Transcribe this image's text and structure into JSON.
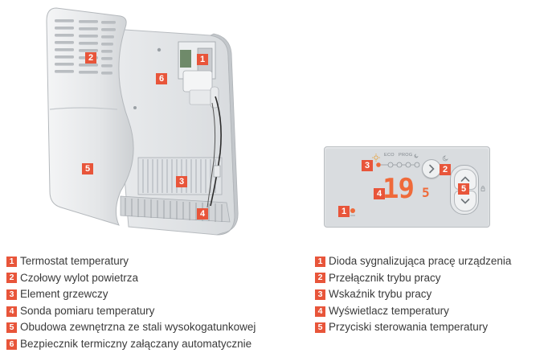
{
  "colors": {
    "accent": "#e8553a",
    "display": "#ef6a3a",
    "panel": "#d9dcdf"
  },
  "heater": {
    "callouts": [
      {
        "num": "1"
      },
      {
        "num": "2"
      },
      {
        "num": "3"
      },
      {
        "num": "4"
      },
      {
        "num": "5"
      },
      {
        "num": "6"
      }
    ]
  },
  "panel": {
    "mode_labels": {
      "eco": "ECO",
      "prog": "PROG"
    },
    "display_value": "19",
    "display_unit": "5",
    "callouts": [
      {
        "num": "1"
      },
      {
        "num": "2"
      },
      {
        "num": "3"
      },
      {
        "num": "4"
      },
      {
        "num": "5"
      }
    ],
    "icons": [
      "sun-icon",
      "wrench-icon",
      "moon-icon",
      "arrow-right-icon",
      "chevron-up-icon",
      "chevron-down-icon",
      "lock-icon"
    ]
  },
  "legend_left": [
    {
      "num": "1",
      "text": "Termostat temperatury"
    },
    {
      "num": "2",
      "text": "Czołowy wylot powietrza"
    },
    {
      "num": "3",
      "text": "Element grzewczy"
    },
    {
      "num": "4",
      "text": "Sonda pomiaru temperatury"
    },
    {
      "num": "5",
      "text": "Obudowa zewnętrzna ze stali wysokogatunkowej"
    },
    {
      "num": "6",
      "text": "Bezpiecznik termiczny załączany automatycznie"
    }
  ],
  "legend_right": [
    {
      "num": "1",
      "text": "Dioda sygnalizująca pracę urządzenia"
    },
    {
      "num": "2",
      "text": "Przełącznik trybu pracy"
    },
    {
      "num": "3",
      "text": "Wskaźnik trybu pracy"
    },
    {
      "num": "4",
      "text": "Wyświetlacz temperatury"
    },
    {
      "num": "5",
      "text": "Przyciski sterowania temperatury"
    }
  ]
}
